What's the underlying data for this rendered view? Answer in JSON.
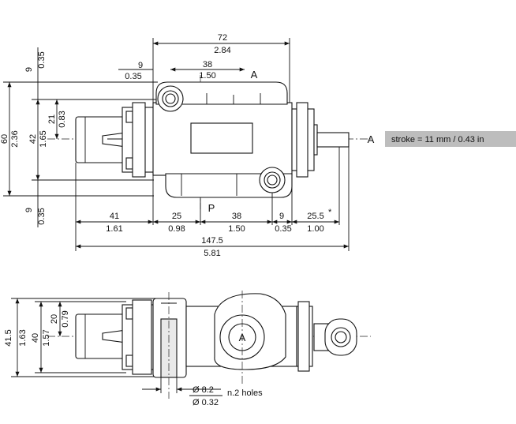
{
  "top_view": {
    "dim_72": "72",
    "dim_2_84": "2.84",
    "dim_9_top": "9",
    "dim_0_35_top": "0.35",
    "dim_38_top": "38",
    "dim_1_50_top": "1.50",
    "port_a_top": "A",
    "port_a_right": "A",
    "port_p": "P",
    "left_dim_9_top": "9",
    "left_dim_0_35_top": "0.35",
    "left_dim_60": "60",
    "left_dim_2_36": "2.36",
    "left_dim_42": "42",
    "left_dim_1_65": "1.65",
    "left_dim_21": "21",
    "left_dim_0_83": "0.83",
    "left_dim_9_bottom": "9",
    "left_dim_0_35_bottom": "0.35",
    "bottom_dims": [
      {
        "mm": "41",
        "in": "1.61"
      },
      {
        "mm": "25",
        "in": "0.98"
      },
      {
        "mm": "38",
        "in": "1.50"
      },
      {
        "mm": "9",
        "in": "0.35"
      },
      {
        "mm": "25.5",
        "in": "1.00"
      }
    ],
    "asterisk": "*",
    "overall_mm": "147.5",
    "overall_in": "5.81",
    "stroke_note": "stroke = 11 mm /  0.43 in"
  },
  "side_view": {
    "dim_41_5": "41.5",
    "dim_1_63": "1.63",
    "dim_40": "40",
    "dim_1_57": "1.57",
    "dim_20": "20",
    "dim_0_79": "0.79",
    "port_a": "A",
    "hole_mm": "Ø 8.2",
    "hole_in": "Ø 0.32",
    "hole_note": "n.2 holes"
  }
}
